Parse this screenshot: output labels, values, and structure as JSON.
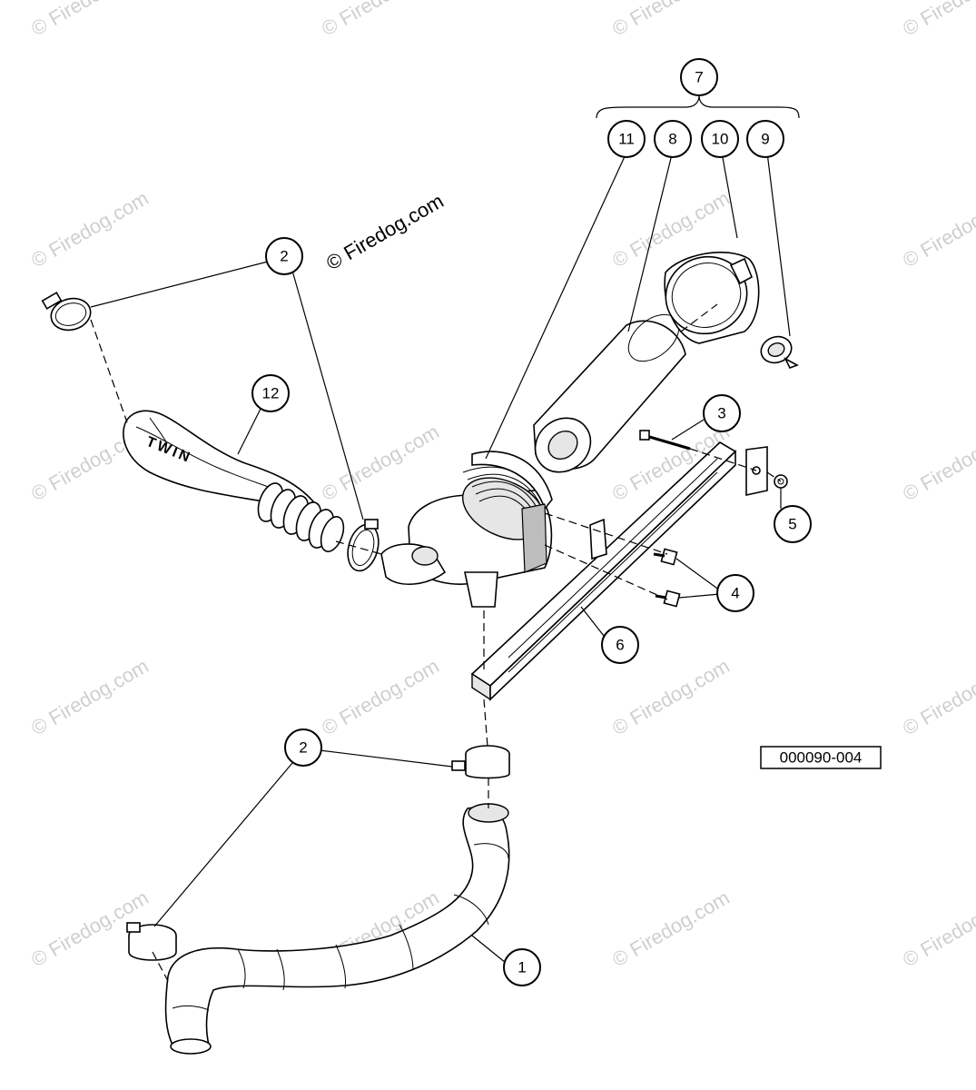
{
  "watermark": {
    "text": "© Firedog.com"
  },
  "copyright_text": "© Firedog.com",
  "drawing_id": "000090-004",
  "hose_logo_text": "TWIN",
  "callouts": [
    "7",
    "11",
    "8",
    "10",
    "9",
    "2",
    "12",
    "3",
    "5",
    "4",
    "6",
    "2",
    "1"
  ]
}
